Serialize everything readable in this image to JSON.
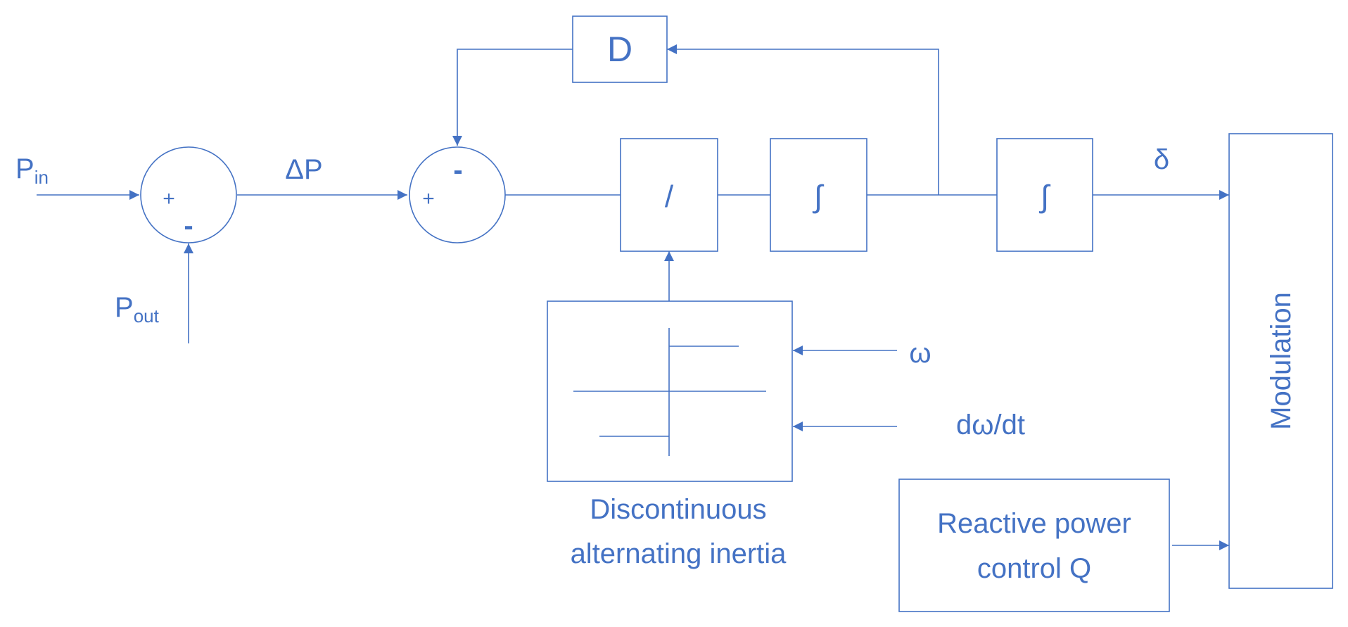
{
  "signals": {
    "p_in": "P",
    "p_in_sub": "in",
    "p_out": "P",
    "p_out_sub": "out",
    "delta_p": "ΔP",
    "delta": "δ",
    "omega": "ω",
    "domega_dt": "dω/dt"
  },
  "summers": {
    "first": {
      "plus": "+",
      "minus": "-"
    },
    "second": {
      "plus": "+",
      "minus": "-"
    }
  },
  "blocks": {
    "damping": "D",
    "divide": "/",
    "integrator_1": "∫",
    "integrator_2": "∫",
    "modulation": "Modulation",
    "reactive_line1": "Reactive power",
    "reactive_line2": "control Q",
    "inertia_caption_line1": "Discontinuous",
    "inertia_caption_line2": "alternating inertia"
  },
  "colors": {
    "diagram": "#4472c4",
    "background": "#ffffff"
  }
}
